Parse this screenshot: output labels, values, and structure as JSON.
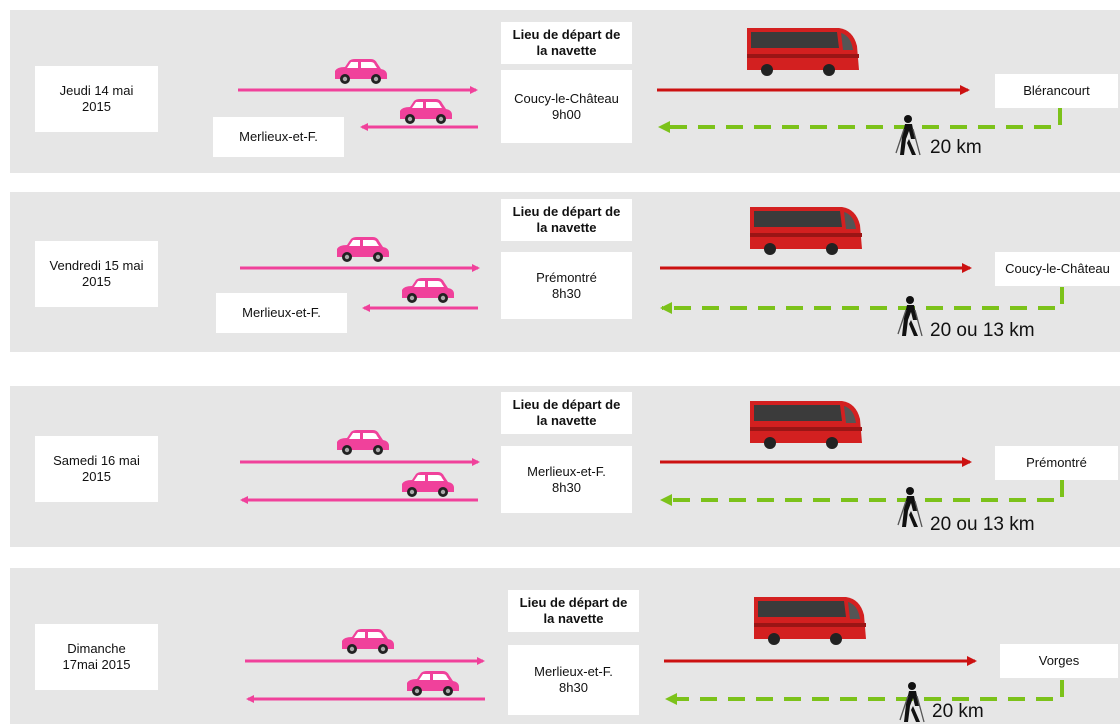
{
  "colors": {
    "pink": "#f0419b",
    "red": "#cc1111",
    "green": "#7cc21a",
    "panel": "#e6e6e6"
  },
  "icons": {
    "car": "pink-car-icon",
    "bus": "red-coach-bus-icon",
    "hiker": "hiker-icon"
  },
  "days": [
    {
      "date": "Jeudi 14 mai\n2015",
      "return_label": "Merlieux-et-F.",
      "header": "Lieu de départ de\nla navette",
      "departure": "Coucy-le-Château\n9h00",
      "destination": "Blérancourt",
      "distance": "20 km"
    },
    {
      "date": "Vendredi 15 mai\n2015",
      "return_label": "Merlieux-et-F.",
      "header": "Lieu de départ de\nla navette",
      "departure": "Prémontré\n8h30",
      "destination": "Coucy-le-Château",
      "distance": "20 ou 13 km"
    },
    {
      "date": "Samedi 16 mai\n2015",
      "return_label": "",
      "header": "Lieu de départ de\nla navette",
      "departure": "Merlieux-et-F.\n8h30",
      "destination": "Prémontré",
      "distance": "20 ou 13 km"
    },
    {
      "date": "Dimanche\n17mai 2015",
      "return_label": "",
      "header": "Lieu de départ de\nla navette",
      "departure": "Merlieux-et-F.\n8h30",
      "destination": "Vorges",
      "distance": "20 km"
    }
  ]
}
